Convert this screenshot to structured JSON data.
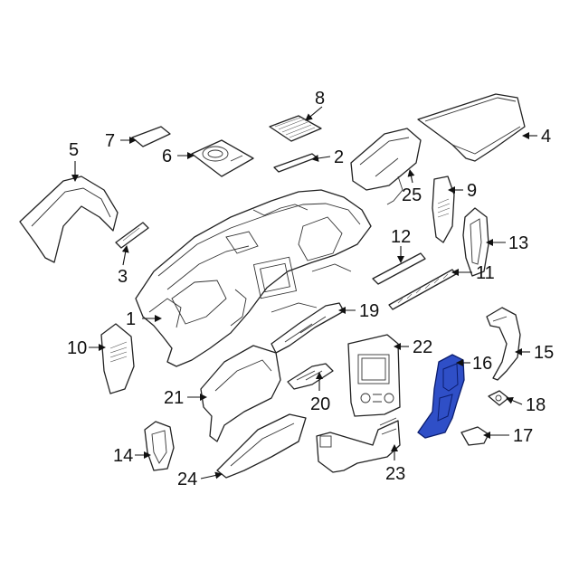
{
  "diagram": {
    "highlight_color": "#2f4fc7",
    "highlighted_part": "16",
    "callouts": [
      {
        "id": "c1",
        "label": "1"
      },
      {
        "id": "c2",
        "label": "2"
      },
      {
        "id": "c3",
        "label": "3"
      },
      {
        "id": "c4",
        "label": "4"
      },
      {
        "id": "c5",
        "label": "5"
      },
      {
        "id": "c6",
        "label": "6"
      },
      {
        "id": "c7",
        "label": "7"
      },
      {
        "id": "c8",
        "label": "8"
      },
      {
        "id": "c9",
        "label": "9"
      },
      {
        "id": "c10",
        "label": "10"
      },
      {
        "id": "c11",
        "label": "11"
      },
      {
        "id": "c12",
        "label": "12"
      },
      {
        "id": "c13",
        "label": "13"
      },
      {
        "id": "c14",
        "label": "14"
      },
      {
        "id": "c15",
        "label": "15"
      },
      {
        "id": "c16",
        "label": "16"
      },
      {
        "id": "c17",
        "label": "17"
      },
      {
        "id": "c18",
        "label": "18"
      },
      {
        "id": "c19",
        "label": "19"
      },
      {
        "id": "c20",
        "label": "20"
      },
      {
        "id": "c21",
        "label": "21"
      },
      {
        "id": "c22",
        "label": "22"
      },
      {
        "id": "c23",
        "label": "23"
      },
      {
        "id": "c24",
        "label": "24"
      },
      {
        "id": "c25",
        "label": "25"
      }
    ]
  }
}
